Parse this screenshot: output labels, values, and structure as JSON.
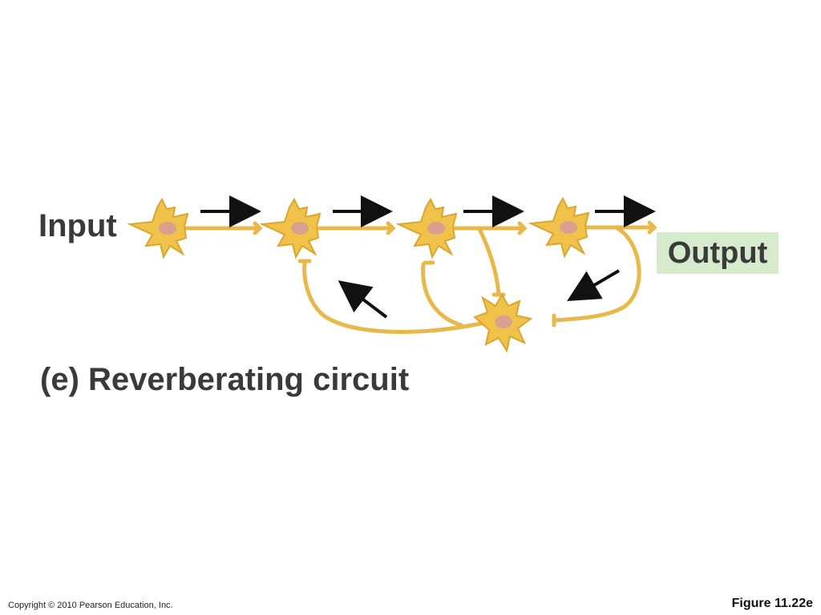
{
  "labels": {
    "input": "Input",
    "output": "Output",
    "caption": "(e) Reverberating circuit"
  },
  "footer": {
    "copyright": "Copyright © 2010 Pearson Education, Inc.",
    "figure": "Figure 11.22e"
  },
  "colors": {
    "neuron_fill": "#f0c24a",
    "neuron_edge": "#d9a62f",
    "axon": "#e8b94a",
    "nucleus": "#d9a08f",
    "arrow": "#111111",
    "output_bg": "#d5ebcc",
    "text": "#3a3a3a"
  },
  "diagram": {
    "neuron_count": 5,
    "chain_neuron_count": 4,
    "feedback_neuron_count": 1
  }
}
